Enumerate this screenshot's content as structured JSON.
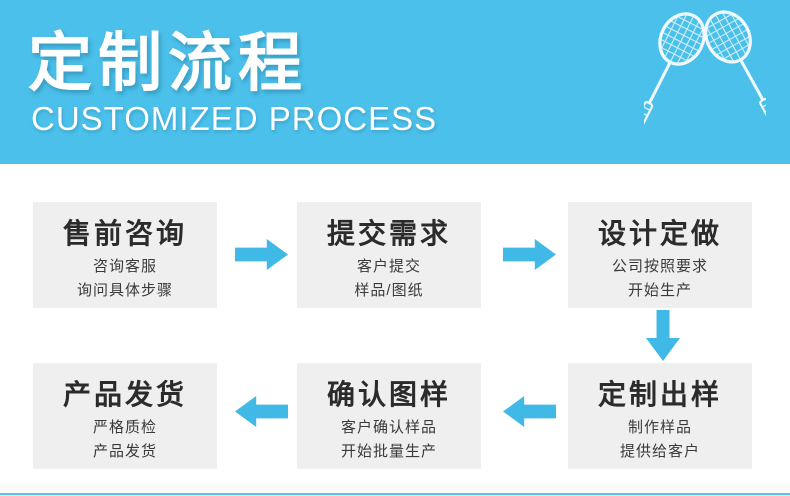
{
  "header": {
    "title": "定制流程",
    "subtitle": "CUSTOMIZED PROCESS"
  },
  "steps": [
    {
      "title": "售前咨询",
      "line1": "咨询客服",
      "line2": "询问具体步骤"
    },
    {
      "title": "提交需求",
      "line1": "客户提交",
      "line2": "样品/图纸"
    },
    {
      "title": "设计定做",
      "line1": "公司按照要求",
      "line2": "开始生产"
    },
    {
      "title": "定制出样",
      "line1": "制作样品",
      "line2": "提供给客户"
    },
    {
      "title": "确认图样",
      "line1": "客户确认样品",
      "line2": "开始批量生产"
    },
    {
      "title": "产品发货",
      "line1": "严格质检",
      "line2": "产品发货"
    }
  ],
  "flow": {
    "arrows": [
      "right",
      "right",
      "down",
      "left",
      "left"
    ]
  },
  "icons": {
    "rackets": "badminton-rackets-icon"
  },
  "colors": {
    "header_bg": "#4BC0EA",
    "arrow": "#41B9E7",
    "box_bg": "#EFEFEF",
    "header_text": "#FFFFFF",
    "step_title": "#2B2B2B",
    "step_text": "#3A3A3A",
    "bottom_line": "#57C5ED"
  }
}
